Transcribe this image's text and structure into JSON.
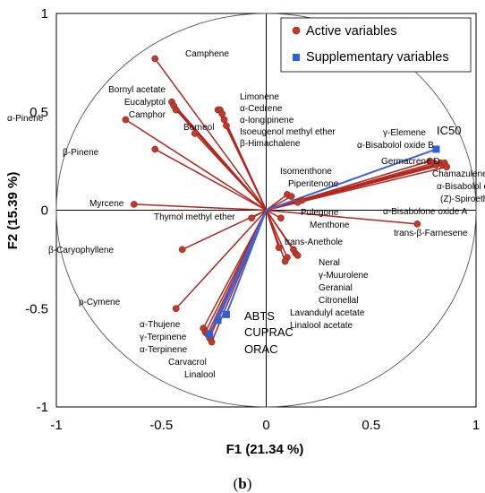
{
  "chart_data": {
    "type": "scatter",
    "xlabel": "F1 (21.34 %)",
    "ylabel": "F2 (15.39 %)",
    "xlim": [
      -1,
      1
    ],
    "ylim": [
      -1,
      1
    ],
    "xticks": [
      "-1",
      "-0.5",
      "0",
      "0.5",
      "1"
    ],
    "yticks": [
      "-1",
      "-0.5",
      "0",
      "0.5",
      "1"
    ],
    "grid": false,
    "legend": {
      "placement": "top-right",
      "active_label": "Active variables",
      "supplementary_label": "Supplementary variables"
    },
    "panel_label": {
      "open": "(",
      "letter": "b",
      "close": ")"
    },
    "colors": {
      "active": "#c0392b",
      "supplementary": "#2e5fd6",
      "active_line": "#b3261e",
      "supplementary_line": "#3a64dc"
    },
    "active": [
      {
        "name": "Camphene",
        "x": -0.53,
        "y": 0.77
      },
      {
        "name": "Bornyl acetate",
        "x": -0.45,
        "y": 0.55
      },
      {
        "name": "Eucalyptol",
        "x": -0.44,
        "y": 0.53
      },
      {
        "name": "Camphor",
        "x": -0.43,
        "y": 0.51
      },
      {
        "name": "α-Pinene",
        "x": -0.67,
        "y": 0.46
      },
      {
        "name": "Borneol",
        "x": -0.34,
        "y": 0.39
      },
      {
        "name": "β-Pinene",
        "x": -0.53,
        "y": 0.31
      },
      {
        "name": "Limonene",
        "x": -0.23,
        "y": 0.51
      },
      {
        "name": "α-Cedrene",
        "x": -0.22,
        "y": 0.51
      },
      {
        "name": "α-longipinene",
        "x": -0.21,
        "y": 0.49
      },
      {
        "name": "Isoeugenol methyl ether",
        "x": -0.2,
        "y": 0.46
      },
      {
        "name": "β-Himachalene",
        "x": -0.19,
        "y": 0.43
      },
      {
        "name": "Myrcene",
        "x": -0.63,
        "y": 0.03
      },
      {
        "name": "Thymol methyl ether",
        "x": -0.07,
        "y": -0.04
      },
      {
        "name": "β-Caryophyllene",
        "x": -0.4,
        "y": -0.2
      },
      {
        "name": "p-Cymene",
        "x": -0.43,
        "y": -0.5
      },
      {
        "name": "α-Thujene",
        "x": -0.3,
        "y": -0.6
      },
      {
        "name": "γ-Terpinene",
        "x": -0.29,
        "y": -0.62
      },
      {
        "name": "α-Terpinene",
        "x": -0.28,
        "y": -0.63
      },
      {
        "name": "Carvacrol",
        "x": -0.27,
        "y": -0.65
      },
      {
        "name": "Linalool",
        "x": -0.26,
        "y": -0.67
      },
      {
        "name": "Isomenthone",
        "x": 0.1,
        "y": 0.08
      },
      {
        "name": "Piperitenone",
        "x": 0.12,
        "y": 0.07
      },
      {
        "name": "Pulegone",
        "x": 0.17,
        "y": 0.05
      },
      {
        "name": "Menthone",
        "x": 0.15,
        "y": 0.04
      },
      {
        "name": "trans-Anethole",
        "x": 0.07,
        "y": -0.04
      },
      {
        "name": "γ-Elemene",
        "x": 0.78,
        "y": 0.25
      },
      {
        "name": "α-Bisabolol oxide B",
        "x": 0.8,
        "y": 0.24
      },
      {
        "name": "Germacrene D",
        "x": 0.81,
        "y": 0.23
      },
      {
        "name": "Chamazulene",
        "x": 0.83,
        "y": 0.24
      },
      {
        "name": "α-Bisabolol oxide A",
        "x": 0.84,
        "y": 0.23
      },
      {
        "name": "(Z)-Spiroether",
        "x": 0.85,
        "y": 0.24
      },
      {
        "name": "α-Bisabolone oxide A",
        "x": 0.86,
        "y": 0.22
      },
      {
        "name": "trans-β-Farnesene",
        "x": 0.72,
        "y": -0.07
      },
      {
        "name": "Neral",
        "x": 0.06,
        "y": -0.19
      },
      {
        "name": "γ-Muurolene",
        "x": 0.13,
        "y": -0.2
      },
      {
        "name": "Geranial",
        "x": 0.14,
        "y": -0.22
      },
      {
        "name": "Citronellal",
        "x": 0.15,
        "y": -0.23
      },
      {
        "name": "Lavandulyl acetate",
        "x": 0.1,
        "y": -0.24
      },
      {
        "name": "Linalool acetate",
        "x": 0.09,
        "y": -0.26
      }
    ],
    "supplementary": [
      {
        "name": "IC50",
        "x": 0.81,
        "y": 0.31
      },
      {
        "name": "ABTS",
        "x": -0.19,
        "y": -0.53
      },
      {
        "name": "CUPRAC",
        "x": -0.23,
        "y": -0.56
      },
      {
        "name": "ORAC",
        "x": -0.27,
        "y": -0.63
      }
    ]
  }
}
